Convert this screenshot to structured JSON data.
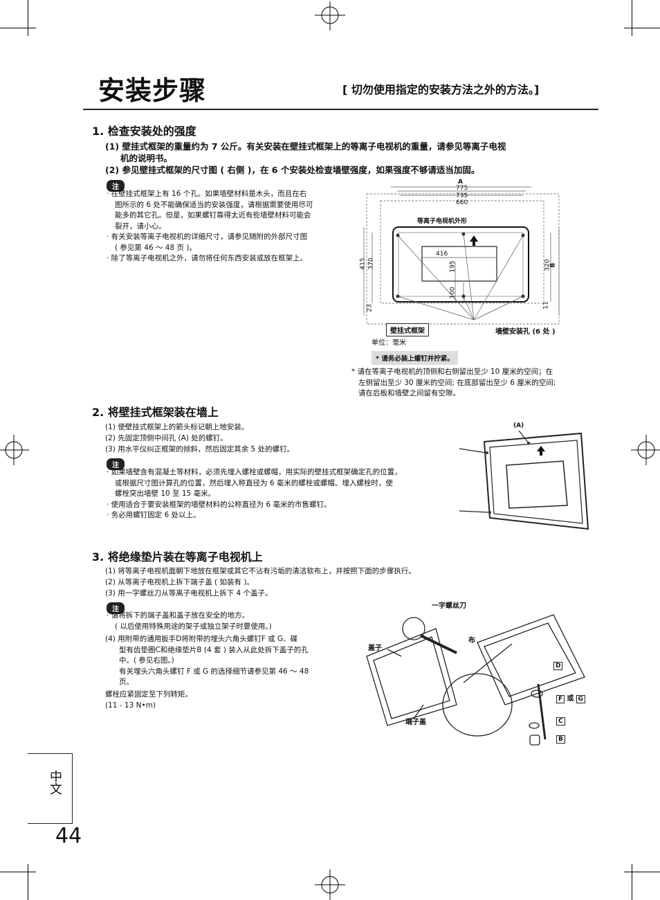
{
  "page": {
    "title": "安装步骤",
    "subtitle": "[ 切勿使用指定的安装方法之外的方法。]",
    "language_tab": "中文",
    "page_number": "44"
  },
  "section1": {
    "heading": "1. 检查安装处的强度",
    "step1": "(1) 壁挂式框架的重量约为 7 公斤。有关安装在壁挂式框架上的等离子电视机的重量，请参见等离子电视",
    "step1_cont": "机的说明书。",
    "step2": "(2) 参见壁挂式框架的尺寸图 ( 右侧 )，在 6 个安装处检查墙壁强度，如果强度不够请适当加固。",
    "note_badge": "注",
    "notes": [
      "· 在壁挂式框架上有 16 个孔。如果墙壁材料是木头，而且在右",
      "图所示的 6 处不能确保适当的安装强度，请根据需要使用尽可",
      "能多的其它孔。但是，如果螺钉靠得太近有些墙壁材料可能会",
      "裂开，请小心。",
      "· 有关安装等离子电视机的详细尺寸，请参见随附的外部尺寸图",
      "( 参见第 46 ～ 48 页 )。",
      "· 除了等离子电视机之外，请勿将任何东西安装或放在框架上。"
    ],
    "diagram": {
      "label_a": "A",
      "dim_775": "775",
      "dim_735": "735",
      "dim_660": "660",
      "tv_outline": "等离子电视机外形",
      "dim_416": "416",
      "dim_195": "195",
      "dim_100": "100",
      "dim_415": "415",
      "dim_370": "370",
      "dim_23": "23",
      "dim_320": "320",
      "label_b": "B",
      "dim_11": "11",
      "frame_label": "壁挂式框架",
      "holes_label": "墙壁安装孔 (6 处 )",
      "unit": "单位：毫米",
      "warning": "* 请务必装上螺钉并拧紧。"
    },
    "footnote": [
      "* 请在等离子电视机的顶侧和右侧留出至少 10 厘米的空间；在",
      "左侧留出至少 30 厘米的空间; 在底部留出至少 6 厘米的空间;",
      "请在后板和墙壁之间留有空隙。"
    ]
  },
  "section2": {
    "heading": "2. 将壁挂式框架装在墙上",
    "steps": [
      "(1) 使壁挂式框架上的箭头标记朝上地安装。",
      "(2) 先固定顶侧中间孔 (A) 处的螺钉。",
      "(3) 用水平仪纠正框架的倾斜，然后固定其余 5 处的螺钉。"
    ],
    "note_badge": "注",
    "notes": [
      "· 如果墙壁含有混凝土等材料，必须先埋入螺栓或螺帽，用实际的壁挂式框架确定孔的位置，",
      "或根据尺寸图计算孔的位置，然后埋入称直径为 6 毫米的螺栓或螺帽。埋入螺栓时，使",
      "螺栓突出墙壁 10 至 15 毫米。",
      "· 使用适合于要安装框架的墙壁材料的公称直径为 6 毫米的市售螺钉。",
      "· 务必用螺钉固定 6 处以上。"
    ],
    "figure_label": "(A)"
  },
  "section3": {
    "heading": "3. 将绝缘垫片装在等离子电视机上",
    "steps": [
      "(1) 将等离子电视机面朝下地放在框架或其它不沾有污垢的清洁软布上，并按照下面的步骤执行。",
      "(2) 从等离子电视机上拆下端子盖 ( 如装有 )。",
      "(3) 用一字螺丝刀从等离子电视机上拆下 4 个盖子。"
    ],
    "note_badge": "注",
    "notes": [
      "· 请将拆下的端子盖和盖子放在安全的地方。",
      "( 以后使用特殊用途的架子或独立架子时要使用。)"
    ],
    "step4": [
      "(4) 用附带的通用扳手D将附带的埋头六角头螺钉F 或 G、碟",
      "型有齿垫圈C和绝缘垫片B (4 套 ) 装入从此处拆下盖子的孔",
      "中。( 参见右图。)",
      "有关埋头六角头螺钉 F 或 G 的选择细节请参见第 46 ～ 48",
      "页。"
    ],
    "torque": [
      "螺栓应紧固定至下列转矩。",
      "(11 - 13 N•m)"
    ],
    "figure": {
      "screwdriver": "一字螺丝刀",
      "cover": "盖子",
      "cloth": "布",
      "terminal_cover": "端子盖",
      "part_d": "D",
      "part_f": "F",
      "or": "或",
      "part_g": "G",
      "part_c": "C",
      "part_b": "B"
    }
  }
}
